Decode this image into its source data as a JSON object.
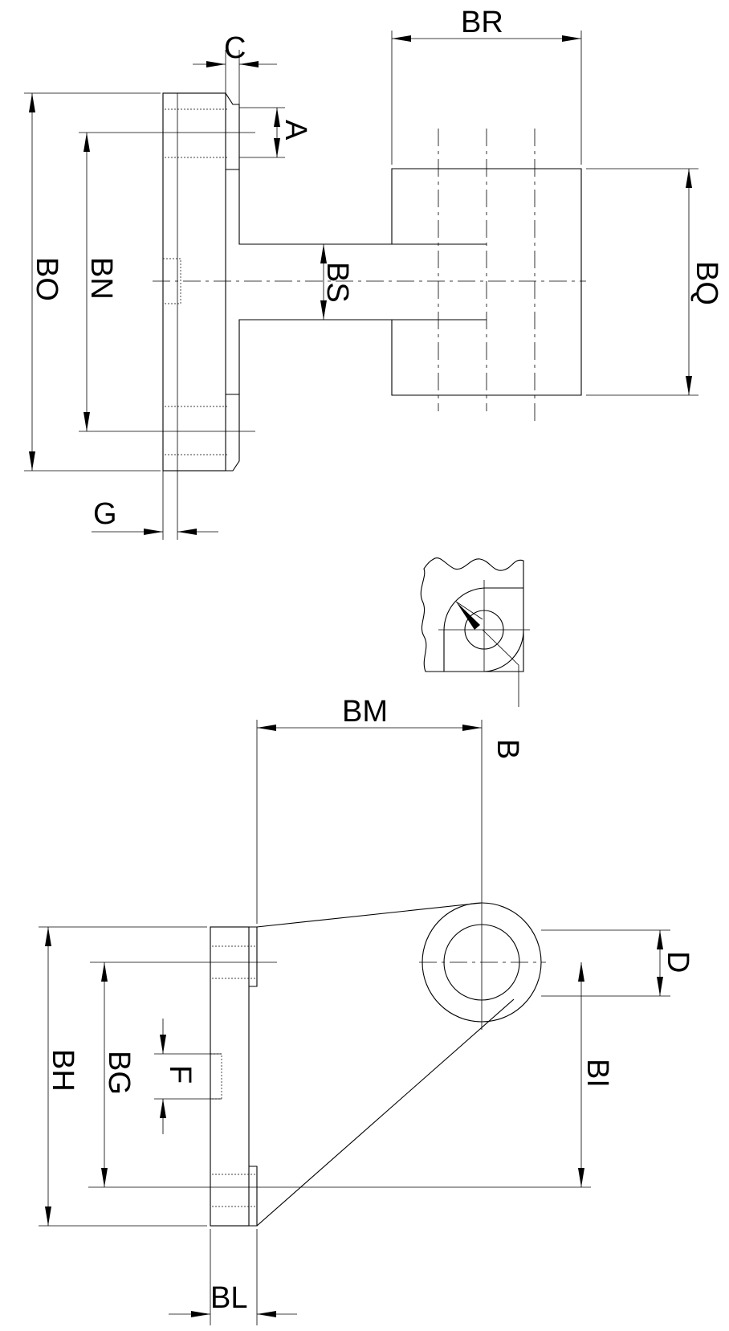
{
  "drawing": {
    "labels": {
      "A": "A",
      "B": "B",
      "C": "C",
      "D": "D",
      "F": "F",
      "G": "G",
      "BG": "BG",
      "BH": "BH",
      "BI": "BI",
      "BL": "BL",
      "BM": "BM",
      "BN": "BN",
      "BO": "BO",
      "BQ": "BQ",
      "BR": "BR",
      "BS": "BS"
    }
  }
}
